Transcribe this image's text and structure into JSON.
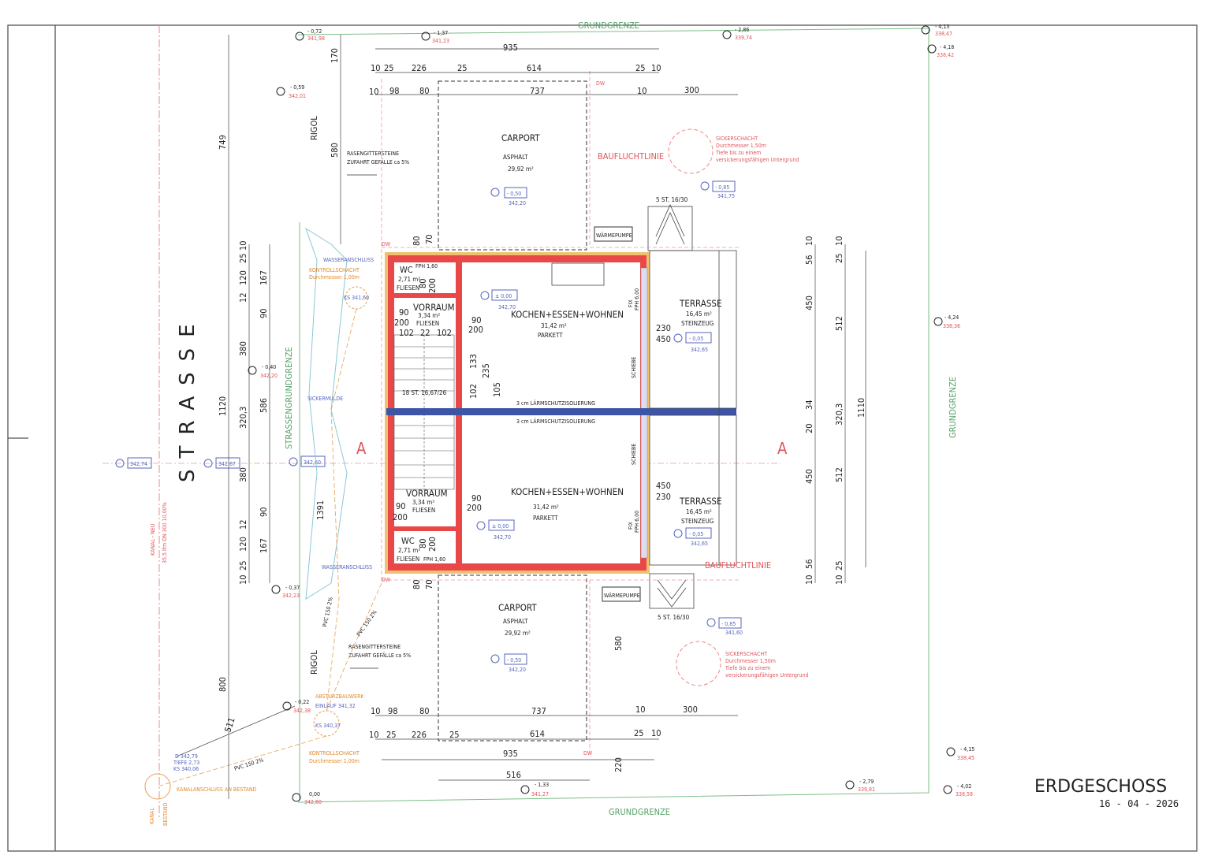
{
  "title_block": {
    "title": "ERDGESCHOSS",
    "date": "16 - 04 - 2026"
  },
  "street": {
    "label": "STRASSE"
  },
  "boundary": {
    "top": "GRUNDGRENZE",
    "bottom": "GRUNDGRENZE",
    "right": "GRUNDGRENZE",
    "street_side": "STRASSENGRUNDGRENZE"
  },
  "section_marker": "A",
  "units": [
    {
      "carport": {
        "name": "CARPORT",
        "surface": "ASPHALT",
        "area": "29,92 m²",
        "level": "- 0,50",
        "abs": "342,20"
      },
      "wc": {
        "name": "WC",
        "area": "2,71 m²",
        "surface": "FLIESEN",
        "fph": "FPH 1,60"
      },
      "vorraum": {
        "name": "VORRAUM",
        "area": "3,34 m²",
        "surface": "FLIESEN"
      },
      "living": {
        "name": "KOCHEN+ESSEN+WOHNEN",
        "area": "31,42 m²",
        "surface": "PARKETT",
        "level": "± 0,00",
        "abs": "342,70"
      },
      "terrace": {
        "name": "TERRASSE",
        "area": "16,45 m²",
        "surface": "STEINZEUG",
        "level": "- 0,05",
        "abs": "342,65"
      },
      "heatpump": "WÄRMEPUMPE",
      "steps": "5 ST. 16/30",
      "stairs": "18 ST. 16,67/26",
      "sicker": {
        "name": "SICKERSCHACHT",
        "line1": "Durchmesser 1,50m",
        "line2": "Tiefe bis zu einem",
        "line3": "versickerungsfähigen Untergrund"
      }
    },
    {
      "carport": {
        "name": "CARPORT",
        "surface": "ASPHALT",
        "area": "29,92 m²",
        "level": "- 0,50",
        "abs": "342,20"
      },
      "wc": {
        "name": "WC",
        "area": "2,71 m²",
        "surface": "FLIESEN",
        "fph": "FPH 1,60"
      },
      "vorraum": {
        "name": "VORRAUM",
        "area": "3,34 m²",
        "surface": "FLIESEN"
      },
      "living": {
        "name": "KOCHEN+ESSEN+WOHNEN",
        "area": "31,42 m²",
        "surface": "PARKETT",
        "level": "± 0,00",
        "abs": "342,70"
      },
      "terrace": {
        "name": "TERRASSE",
        "area": "16,45 m²",
        "surface": "STEINZEUG",
        "level": "- 0,05",
        "abs": "342,65"
      },
      "heatpump": "WÄRMEPUMPE",
      "steps": "5 ST. 16/30",
      "sicker": {
        "name": "SICKERSCHACHT",
        "line1": "Durchmesser 1,50m",
        "line2": "Tiefe bis zu einem",
        "line3": "versickerungsfähigen Untergrund"
      }
    }
  ],
  "labels": {
    "noise": "3 cm LÄRMSCHUTZISOLIERUNG",
    "rasen": "RASENGITTERSTEINE",
    "zufahrt": "ZUFAHRT GEFÄLLE ca 5%",
    "rigol": "RIGOL",
    "baufluchtlinie": "BAUFLUCHTLINIE",
    "wasser": "WASSERANSCHLUSS",
    "kontroll": "KONTROLLSCHACHT",
    "kontroll_d": "Durchmesser 1,00m",
    "sickermulde": "SICKERMULDE",
    "absturz": "ABSTURZBAUWERK",
    "einlauf": "EINLAUF 341,32",
    "ks1": "KS 341,60",
    "ks2": "KS 340,37",
    "kanal_neu": "KANAL - NEU",
    "kanal_neu2": "35,5 lfm DN 300 10,00%",
    "kanalanschluss": "KANALANSCHLUSS AN BESTAND",
    "kanal": "KANAL",
    "bestand": "BESTAND",
    "pvc": "PVC 150 2%",
    "schiebe": "SCHIEBE",
    "fix": "FIX",
    "fph600": "FPH 6,00",
    "dw": "DW",
    "tiefe": "TIEFE 2,73",
    "ks_tiefe": "KS 340,06",
    "d_mark": "D 342,79"
  },
  "levels": {
    "street1": "342,74",
    "street2": "342,67",
    "street3": "342,60",
    "l1": "- 0,72",
    "l1a": "341,98",
    "l2": "- 1,37",
    "l2a": "341,23",
    "l3": "- 2,86",
    "l3a": "339,74",
    "l4": "- 4,13",
    "l4a": "338,47",
    "l5": "- 4,18",
    "l5a": "338,42",
    "l6": "- 0,59",
    "l6a": "342,01",
    "l7": "- 0,40",
    "l7a": "342,20",
    "l8": "- 4,24",
    "l8a": "338,36",
    "l9": "- 0,37",
    "l9a": "342,23",
    "l10": "- 0,22",
    "l10a": "342,38",
    "l11": "- 0,85",
    "l11a": "341,75",
    "l12": "- 0,85",
    "l12a": "341,60",
    "l13": "- 4,15",
    "l13a": "338,45",
    "l14": "- 2,79",
    "l14a": "339,81",
    "l15": "- 1,33",
    "l15a": "341,27",
    "l16": "- 4,02",
    "l16a": "338,58",
    "l17": "0,00",
    "l17a": "342,60"
  },
  "dims": {
    "top935": "935",
    "top226": "226",
    "top614": "614",
    "top25a": "25",
    "top25b": "25",
    "top10a": "10",
    "top10b": "10",
    "top737": "737",
    "top98": "98",
    "top80": "80",
    "top10c": "10",
    "top10d": "10",
    "top300": "300",
    "bot737": "737",
    "bot98": "98",
    "bot80": "80",
    "bot10a": "10",
    "bot10b": "10",
    "bot300": "300",
    "bot226": "226",
    "bot614": "614",
    "bot25a": "25",
    "bot25b": "25",
    "bot10c": "10",
    "bot10d": "10",
    "bot935": "935",
    "bot516": "516",
    "bot220": "220",
    "bot580": "580",
    "left749": "749",
    "left170": "170",
    "left580": "580",
    "left1120": "1120",
    "left800": "800",
    "left511": "511",
    "left1391": "1391",
    "l10a": "10",
    "l25a": "25",
    "l120a": "120",
    "l12a": "12",
    "l380a": "380",
    "l320": "320,3",
    "l380b": "380",
    "l12b": "12",
    "l120b": "120",
    "l25b": "25",
    "l10b": "10",
    "l167a": "167",
    "l90a": "90",
    "l586": "586",
    "l90b": "90",
    "l167b": "167",
    "r10a": "10",
    "r56a": "56",
    "r450a": "450",
    "r34a": "34",
    "r20a": "20",
    "r450b": "450",
    "r56b": "56",
    "r10b": "10",
    "r10c": "10",
    "r25a": "25",
    "r512a": "512",
    "r320": "320,3",
    "r512b": "512",
    "r25b": "25",
    "r10d": "10",
    "r1110": "1110",
    "i90a": "90",
    "i200a": "200",
    "i102a": "102",
    "i22": "22",
    "i102b": "102",
    "i90b": "90",
    "i200b": "200",
    "i133": "133",
    "i235": "235",
    "i102c": "102",
    "i105": "105",
    "i230a": "230",
    "i450a": "450",
    "i450b": "450",
    "i230b": "230",
    "i90c": "90",
    "i200c": "200",
    "i90d": "90",
    "i200d": "200",
    "wc80a": "80",
    "wc200a": "200",
    "wc80b": "80",
    "wc200b": "200",
    "w80a": "80",
    "w70a": "70",
    "w80b": "80",
    "w70b": "70"
  }
}
